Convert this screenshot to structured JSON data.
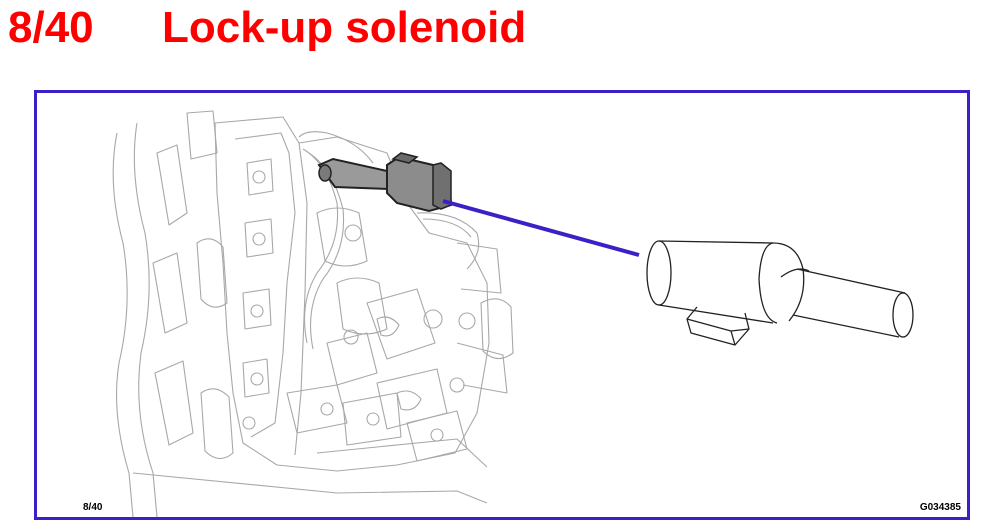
{
  "header": {
    "page_number": "8/40",
    "title": "Lock-up solenoid"
  },
  "figure": {
    "footer_page": "8/40",
    "figure_code": "G034385"
  },
  "colors": {
    "title_red": "#ff0000",
    "frame_blue": "#3b20c8",
    "highlight_gray": "#8c8c8c",
    "line_gray": "#a8a8a8"
  }
}
